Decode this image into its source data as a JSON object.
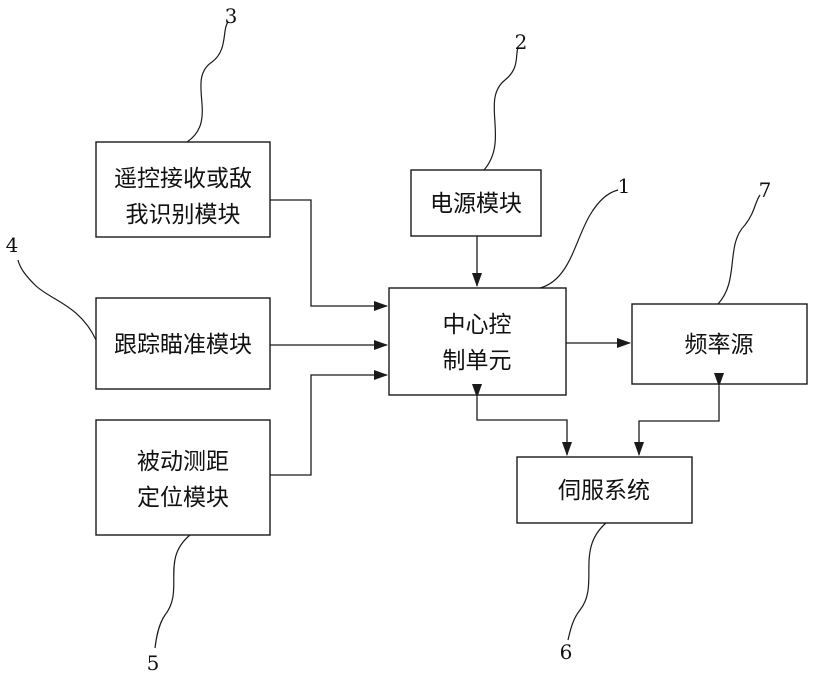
{
  "modules": {
    "remote_iff": {
      "line1": "遥控接收或敌",
      "line2": "我识别模块"
    },
    "tracking_aim": {
      "label": "跟踪瞄准模块"
    },
    "passive_ranging": {
      "line1": "被动测距",
      "line2": "定位模块"
    },
    "power": {
      "label": "电源模块"
    },
    "central_control": {
      "line1": "中心控",
      "line2": "制单元"
    },
    "frequency_source": {
      "label": "频率源"
    },
    "servo_system": {
      "label": "伺服系统"
    }
  },
  "reference_numerals": {
    "central_control": "1",
    "power": "2",
    "remote_iff": "3",
    "tracking_aim": "4",
    "passive_ranging": "5",
    "servo_system": "6",
    "frequency_source": "7"
  },
  "colors": {
    "line": "#1a1a1a",
    "text": "#111111",
    "background": "#ffffff"
  }
}
